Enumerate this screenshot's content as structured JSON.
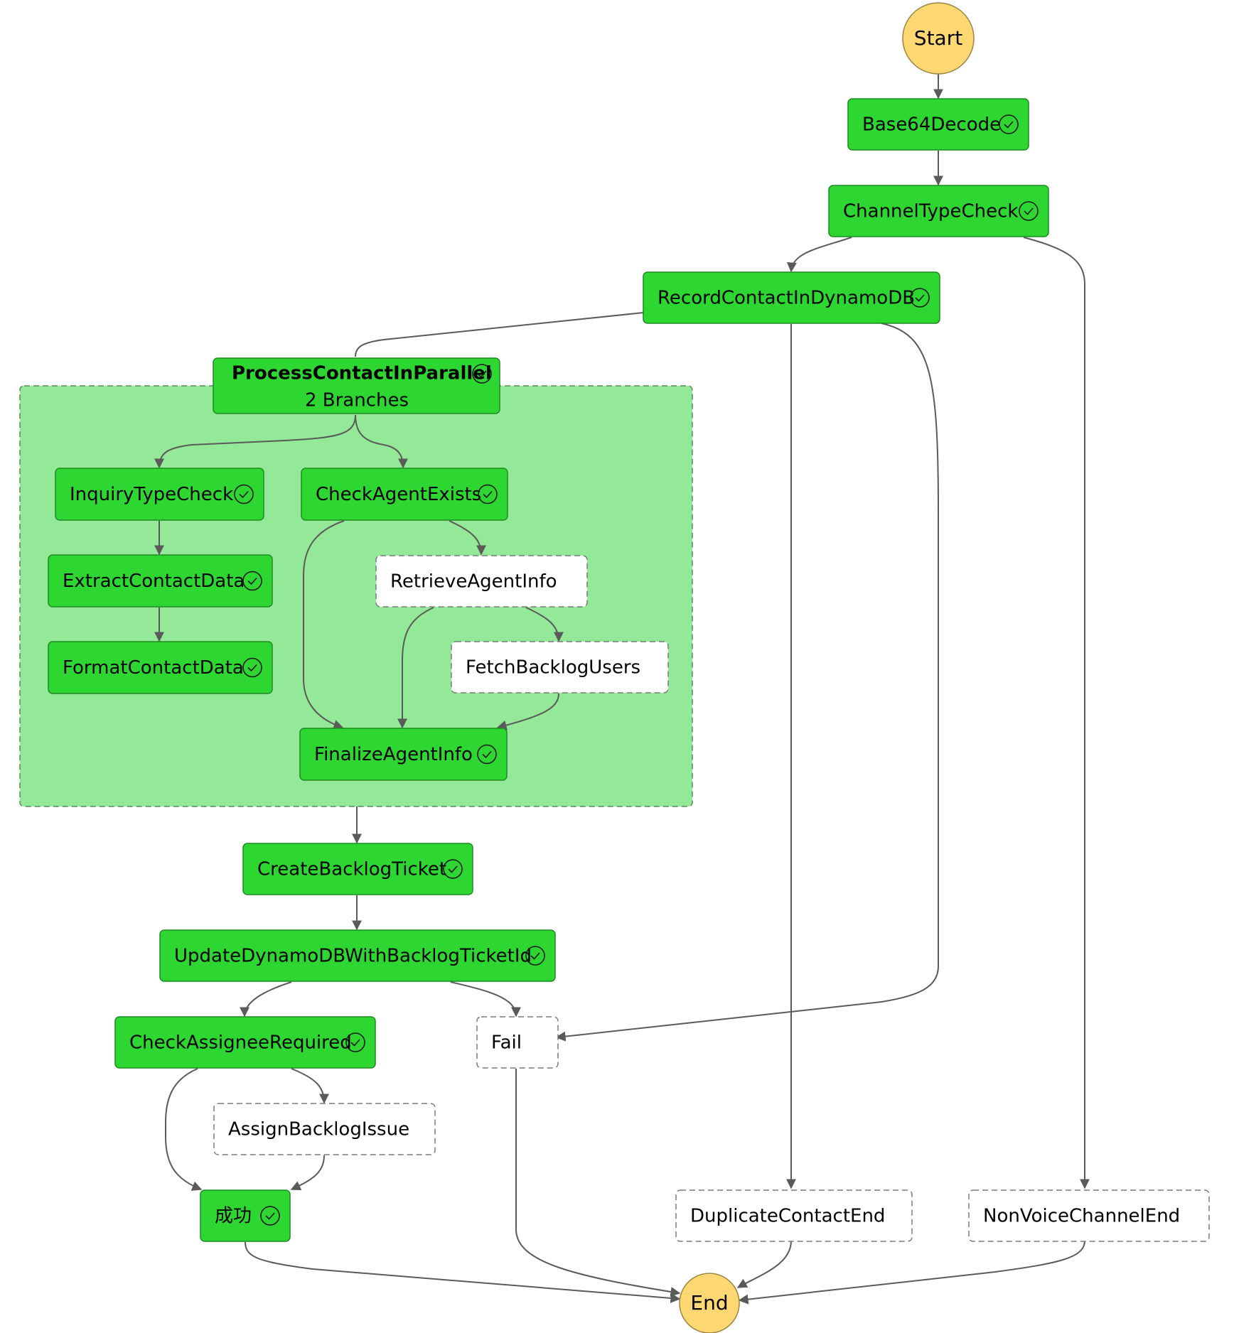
{
  "terminals": {
    "start": "Start",
    "end": "End"
  },
  "parallel": {
    "name": "ProcessContactInParallel",
    "branches": "2 Branches",
    "status_icon": "check-circle-icon"
  },
  "states": [
    {
      "id": "base64",
      "label": "Base64Decode",
      "status": "succeeded"
    },
    {
      "id": "channel",
      "label": "ChannelTypeCheck",
      "status": "succeeded"
    },
    {
      "id": "record",
      "label": "RecordContactInDynamoDB",
      "status": "succeeded"
    },
    {
      "id": "inquiry",
      "label": "InquiryTypeCheck",
      "status": "succeeded"
    },
    {
      "id": "extract",
      "label": "ExtractContactData",
      "status": "succeeded"
    },
    {
      "id": "format",
      "label": "FormatContactData",
      "status": "succeeded"
    },
    {
      "id": "checkagent",
      "label": "CheckAgentExists",
      "status": "succeeded"
    },
    {
      "id": "retrieve",
      "label": "RetrieveAgentInfo",
      "status": "not-run"
    },
    {
      "id": "fetch",
      "label": "FetchBacklogUsers",
      "status": "not-run"
    },
    {
      "id": "finalize",
      "label": "FinalizeAgentInfo",
      "status": "succeeded"
    },
    {
      "id": "create",
      "label": "CreateBacklogTicket",
      "status": "succeeded"
    },
    {
      "id": "update",
      "label": "UpdateDynamoDBWithBacklogTicketId",
      "status": "succeeded"
    },
    {
      "id": "checkassignee",
      "label": "CheckAssigneeRequired",
      "status": "succeeded"
    },
    {
      "id": "assign",
      "label": "AssignBacklogIssue",
      "status": "not-run"
    },
    {
      "id": "success",
      "label": "成功",
      "status": "succeeded"
    },
    {
      "id": "fail",
      "label": "Fail",
      "status": "not-run"
    },
    {
      "id": "dup",
      "label": "DuplicateContactEnd",
      "status": "not-run"
    },
    {
      "id": "nonvoice",
      "label": "NonVoiceChannelEnd",
      "status": "not-run"
    }
  ],
  "colors": {
    "succeeded_fill": "#2ed632",
    "succeeded_border": "#1f8a22",
    "parallel_fill": "#94e998",
    "parallel_border": "#5a8a5c",
    "not_run_fill": "#ffffff",
    "not_run_border": "#7a7a7a",
    "terminal_fill": "#ffd873",
    "terminal_border": "#9a8440",
    "edge": "#5a5a5a"
  }
}
